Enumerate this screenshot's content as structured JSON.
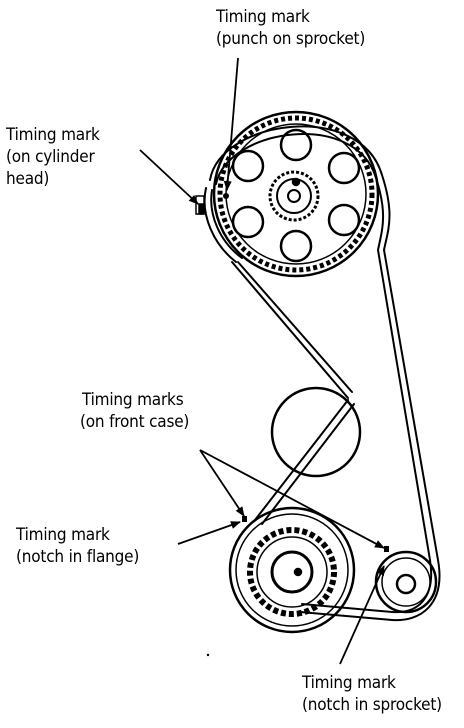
{
  "labels": {
    "top_mark": {
      "line1": "Timing mark",
      "line2": "(punch on sprocket)"
    },
    "cylinder_head_mark": {
      "line1": "Timing mark",
      "line2": "(on cylinder",
      "line3": "head)"
    },
    "front_case_marks": {
      "line1": "Timing marks",
      "line2": "(on front case)"
    },
    "flange_mark": {
      "line1": "Timing mark",
      "line2": "(notch in flange)"
    },
    "bottom_sprocket_mark": {
      "line1": "Timing mark",
      "line2": "(notch in sprocket)"
    }
  },
  "colors": {
    "ink": "#000000",
    "paper": "#ffffff"
  }
}
